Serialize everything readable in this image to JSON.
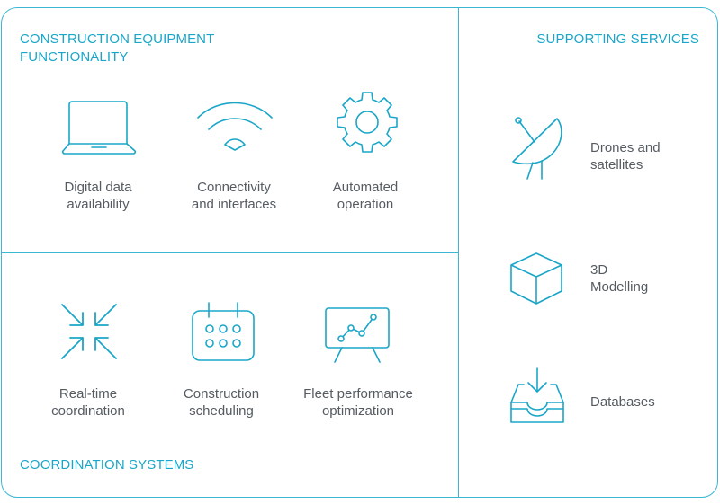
{
  "sections": {
    "functionality": {
      "title_line1": "CONSTRUCTION EQUIPMENT",
      "title_line2": "FUNCTIONALITY"
    },
    "coordination": {
      "title": "COORDINATION SYSTEMS"
    },
    "supporting": {
      "title": "SUPPORTING SERVICES"
    }
  },
  "functionality_items": [
    {
      "icon": "laptop-icon",
      "line1": "Digital data",
      "line2": "availability"
    },
    {
      "icon": "wifi-icon",
      "line1": "Connectivity",
      "line2": "and interfaces"
    },
    {
      "icon": "gear-icon",
      "line1": "Automated",
      "line2": "operation"
    }
  ],
  "coordination_items": [
    {
      "icon": "converge-arrows-icon",
      "line1": "Real-time",
      "line2": "coordination"
    },
    {
      "icon": "calendar-icon",
      "line1": "Construction",
      "line2": "scheduling"
    },
    {
      "icon": "presentation-chart-icon",
      "line1": "Fleet performance",
      "line2": "optimization"
    }
  ],
  "supporting_items": [
    {
      "icon": "satellite-dish-icon",
      "line1": "Drones and",
      "line2": "satellites"
    },
    {
      "icon": "cube-icon",
      "line1": "3D",
      "line2": "Modelling"
    },
    {
      "icon": "inbox-download-icon",
      "line1": "Databases",
      "line2": ""
    }
  ],
  "colors": {
    "accent": "#1aa6c8",
    "border": "#3bb7d3",
    "text": "#555b61"
  }
}
